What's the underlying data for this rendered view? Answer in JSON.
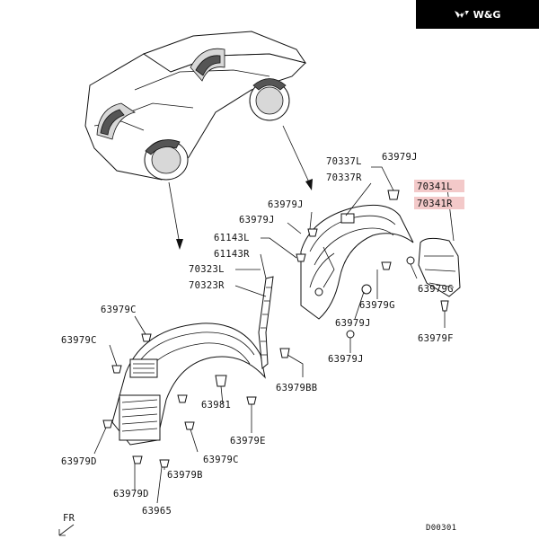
{
  "brand": {
    "logo_text": "W&G"
  },
  "labels": {
    "p70337L": "70337L",
    "p70337R": "70337R",
    "p63979J_a": "63979J",
    "p70341L": "70341L",
    "p70341R": "70341R",
    "p63979J_b": "63979J",
    "p61143L": "61143L",
    "p61143R": "61143R",
    "p70323L": "70323L",
    "p70323R": "70323R",
    "p63979G_a": "63979G",
    "p63979G_b": "63979G",
    "p63979J_c": "63979J",
    "p63979J_d": "63979J",
    "p63979F": "63979F",
    "p63979C_a": "63979C",
    "p63979C_b": "63979C",
    "p63979BB": "63979BB",
    "p63981": "63981",
    "p63979E": "63979E",
    "p63979C_c": "63979C",
    "p63979D_a": "63979D",
    "p63979B": "63979B",
    "p63979D_b": "63979D",
    "p63965": "63965",
    "front": "FR",
    "diagram_id": "D00301"
  },
  "colors": {
    "highlight": "#f3c9c9",
    "line": "#111111"
  }
}
